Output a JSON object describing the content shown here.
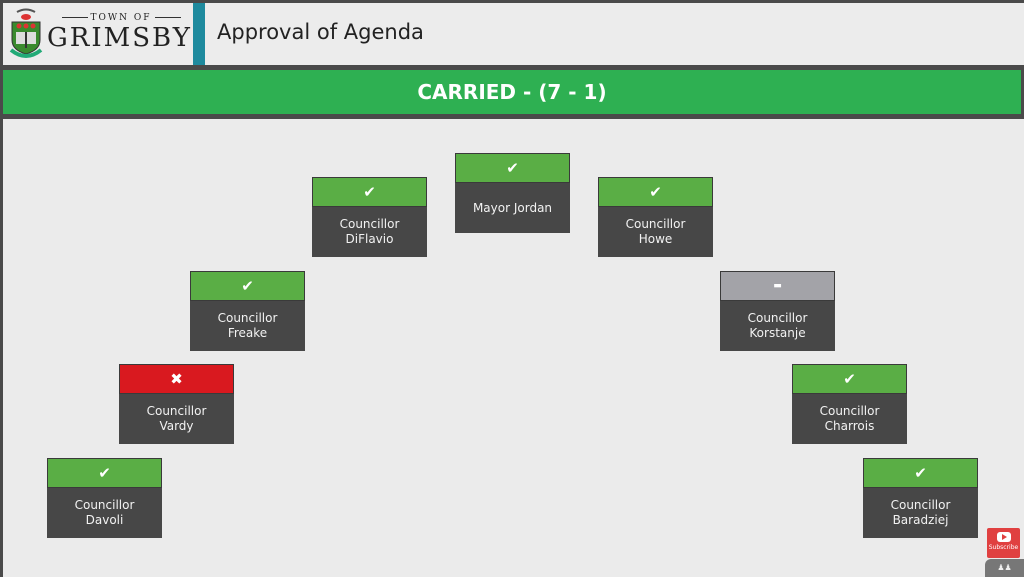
{
  "header": {
    "town_of": "TOWN OF",
    "town_name": "GRIMSBY",
    "title": "Approval of Agenda"
  },
  "result": "CARRIED - (7 - 1)",
  "colors": {
    "yes": "#5aae45",
    "no": "#d9191f",
    "abstain": "#a3a3a8"
  },
  "votes": [
    {
      "name": "Councillor Davoli",
      "vote": "yes",
      "icon": "check-icon"
    },
    {
      "name": "Councillor Vardy",
      "vote": "no",
      "icon": "x-icon"
    },
    {
      "name": "Councillor Freake",
      "vote": "yes",
      "icon": "check-icon"
    },
    {
      "name": "Councillor DiFlavio",
      "vote": "yes",
      "icon": "check-icon"
    },
    {
      "name": "Mayor Jordan",
      "vote": "yes",
      "icon": "check-icon"
    },
    {
      "name": "Councillor Howe",
      "vote": "yes",
      "icon": "check-icon"
    },
    {
      "name": "Councillor Korstanje",
      "vote": "abstain",
      "icon": "dash-icon"
    },
    {
      "name": "Councillor Charrois",
      "vote": "yes",
      "icon": "check-icon"
    },
    {
      "name": "Councillor Baradziej",
      "vote": "yes",
      "icon": "check-icon"
    }
  ],
  "youtube": {
    "subscribe": "Subscribe"
  }
}
